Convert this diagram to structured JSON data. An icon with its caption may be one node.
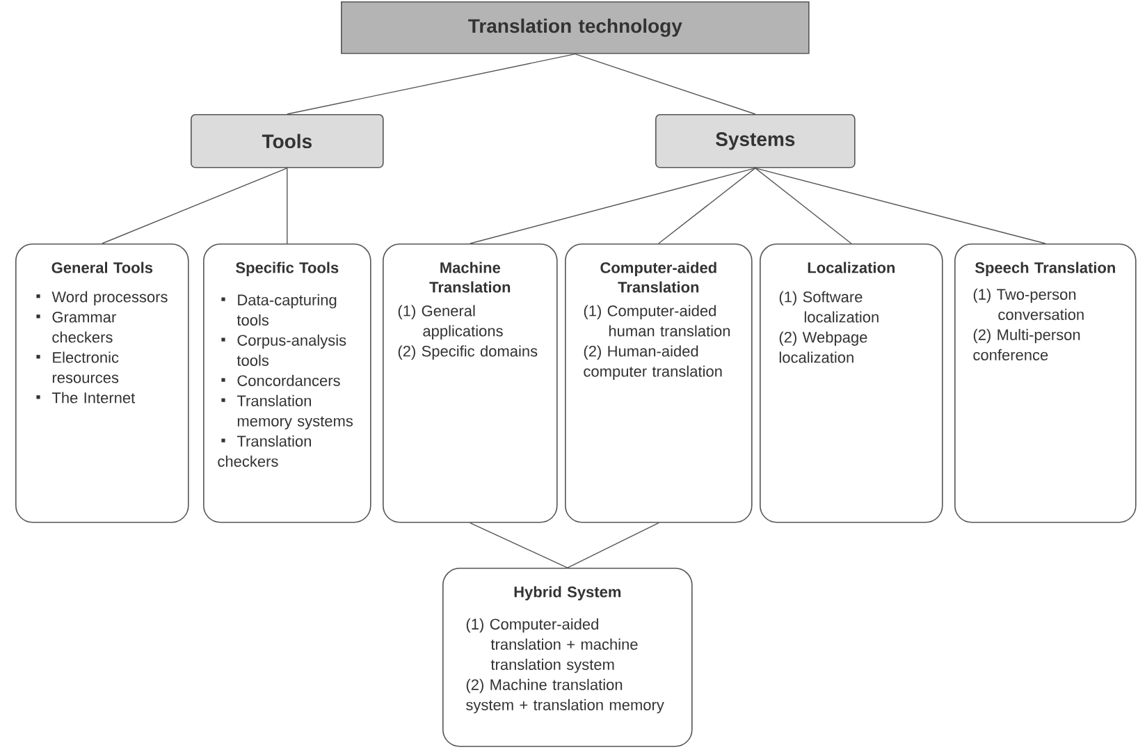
{
  "diagram": {
    "nodes": [
      {
        "text": [
          "Translation technology"
        ]
      },
      {
        "text": [
          "Tools"
        ]
      },
      {
        "text": [
          "Systems"
        ]
      },
      {
        "text": [
          "General Tools",
          "Word processors",
          "Grammar checkers",
          "Electronic resources",
          "The Internet"
        ]
      },
      {
        "text": [
          "Specific Tools",
          "Data-capturing tools",
          "Corpus-analysis tools",
          "Concordancers",
          "Translation memory systems",
          "Translation checkers"
        ]
      },
      {
        "text": [
          "Machine Translation",
          "(1) General applications",
          "(2) Specific domains"
        ]
      },
      {
        "text": [
          "Computer-aided Translation",
          "(1) Computer-aided human translation",
          "(2) Human-aided computer translation"
        ]
      },
      {
        "text": [
          "Localization",
          "(1) Software localization",
          "(2) Webpage localization"
        ]
      },
      {
        "text": [
          "Speech Translation",
          "(1) Two-person conversation",
          "(2) Multi-person conference"
        ]
      },
      {
        "text": [
          "Hybrid System",
          "(1) Computer-aided translation + machine translation system",
          "(2) Machine translation system + translation memory"
        ]
      }
    ],
    "edges": [
      {
        "from": 0,
        "to": 1,
        "arrow": "none"
      },
      {
        "from": 0,
        "to": 2,
        "arrow": "none"
      },
      {
        "from": 1,
        "to": 3,
        "arrow": "none"
      },
      {
        "from": 1,
        "to": 4,
        "arrow": "none"
      },
      {
        "from": 2,
        "to": 5,
        "arrow": "none"
      },
      {
        "from": 2,
        "to": 6,
        "arrow": "none"
      },
      {
        "from": 2,
        "to": 7,
        "arrow": "none"
      },
      {
        "from": 2,
        "to": 8,
        "arrow": "none"
      },
      {
        "from": 5,
        "to": 9,
        "arrow": "none"
      },
      {
        "from": 6,
        "to": 9,
        "arrow": "none"
      }
    ]
  }
}
